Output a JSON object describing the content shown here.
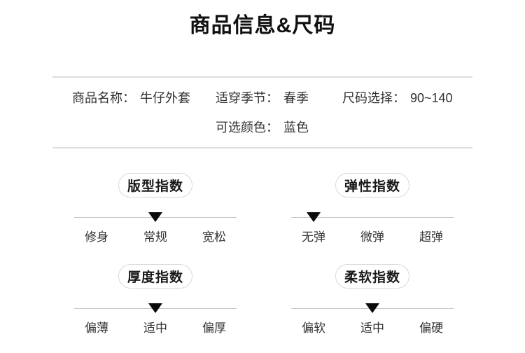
{
  "title": "商品信息&尺码",
  "accent_color": "#f8c89b",
  "info": {
    "fields": [
      {
        "label": "商品名称：",
        "value": "牛仔外套"
      },
      {
        "label": "适穿季节：",
        "value": "春季"
      },
      {
        "label": "尺码选择：",
        "value": "90~140"
      },
      {
        "label": "可选颜色：",
        "value": "蓝色"
      }
    ]
  },
  "scales": [
    {
      "name": "版型指数",
      "levels": [
        "修身",
        "常规",
        "宽松"
      ],
      "active_index": 1,
      "active_level": "常规"
    },
    {
      "name": "弹性指数",
      "levels": [
        "无弹",
        "微弹",
        "超弹"
      ],
      "active_index": 0,
      "active_level": "无弹"
    },
    {
      "name": "厚度指数",
      "levels": [
        "偏薄",
        "适中",
        "偏厚"
      ],
      "active_index": 1,
      "active_level": "适中"
    },
    {
      "name": "柔软指数",
      "levels": [
        "偏软",
        "适中",
        "偏硬"
      ],
      "active_index": 1,
      "active_level": "适中"
    }
  ]
}
